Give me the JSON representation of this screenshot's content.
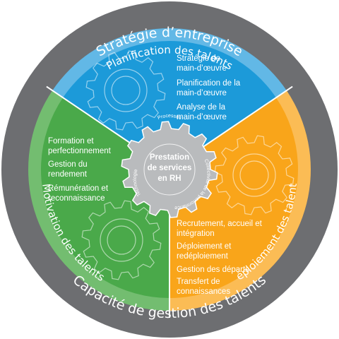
{
  "outer_ring": {
    "top": "Stratégie d’entreprise",
    "bottom": "Capacité de gestion des talents"
  },
  "segments": {
    "planning": {
      "title": "Planification des talents",
      "color": "#1c9ad9",
      "items": [
        [
          "Stratégie de",
          "main-d’œuvre"
        ],
        [
          "Planification de la",
          "main-d’œuvre"
        ],
        [
          "Analyse de la",
          "main-d’œuvre"
        ]
      ]
    },
    "deployment": {
      "title": "Déploiement des talents",
      "color": "#f9a51a",
      "items": [
        [
          "Recrutement, accueil et",
          "intégration"
        ],
        [
          "Déploiement et",
          "redéploiement"
        ],
        [
          "Gestion des départs"
        ],
        [
          "Transfert de",
          "connaissances"
        ]
      ]
    },
    "motivation": {
      "title": "Motivation des talents",
      "color": "#4aa94a",
      "items": [
        [
          "Formation et",
          "perfectionnement"
        ],
        [
          "Gestion du",
          "rendement"
        ],
        [
          "Rémunération et",
          "reconnaissance"
        ]
      ]
    }
  },
  "center": {
    "lines": [
      "Prestation",
      "de services",
      "en RH"
    ],
    "gear_labels": {
      "top": "Processus",
      "left": "Technologie",
      "right": "Collectivité de la performance"
    }
  },
  "colors": {
    "outer_ring": "#6d6e71",
    "planning_ring": "#62b8e6",
    "deployment_ring": "#fbbc55",
    "motivation_ring": "#73bd70",
    "center_gear": "#b9bbbd"
  }
}
